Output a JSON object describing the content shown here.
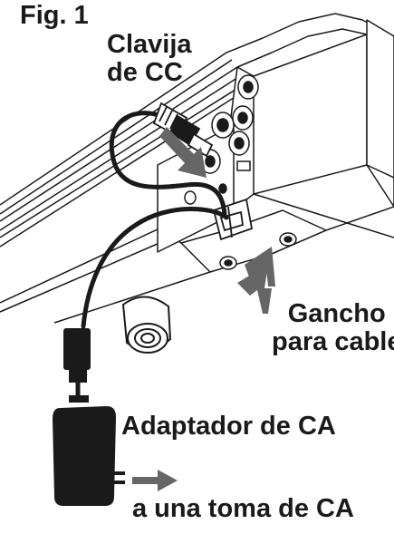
{
  "figure_label": "Fig. 1",
  "labels": {
    "dc_plug": [
      "Clavija",
      "de CC"
    ],
    "cable_hook": [
      "Gancho",
      "para cable"
    ],
    "ac_adapter": "Adaptador de CA",
    "outlet": "a una toma de CA"
  },
  "colors": {
    "ink": "#1a1a1a",
    "arrow": "#666666",
    "panel": "#ffffff",
    "background": "#ffffff"
  }
}
